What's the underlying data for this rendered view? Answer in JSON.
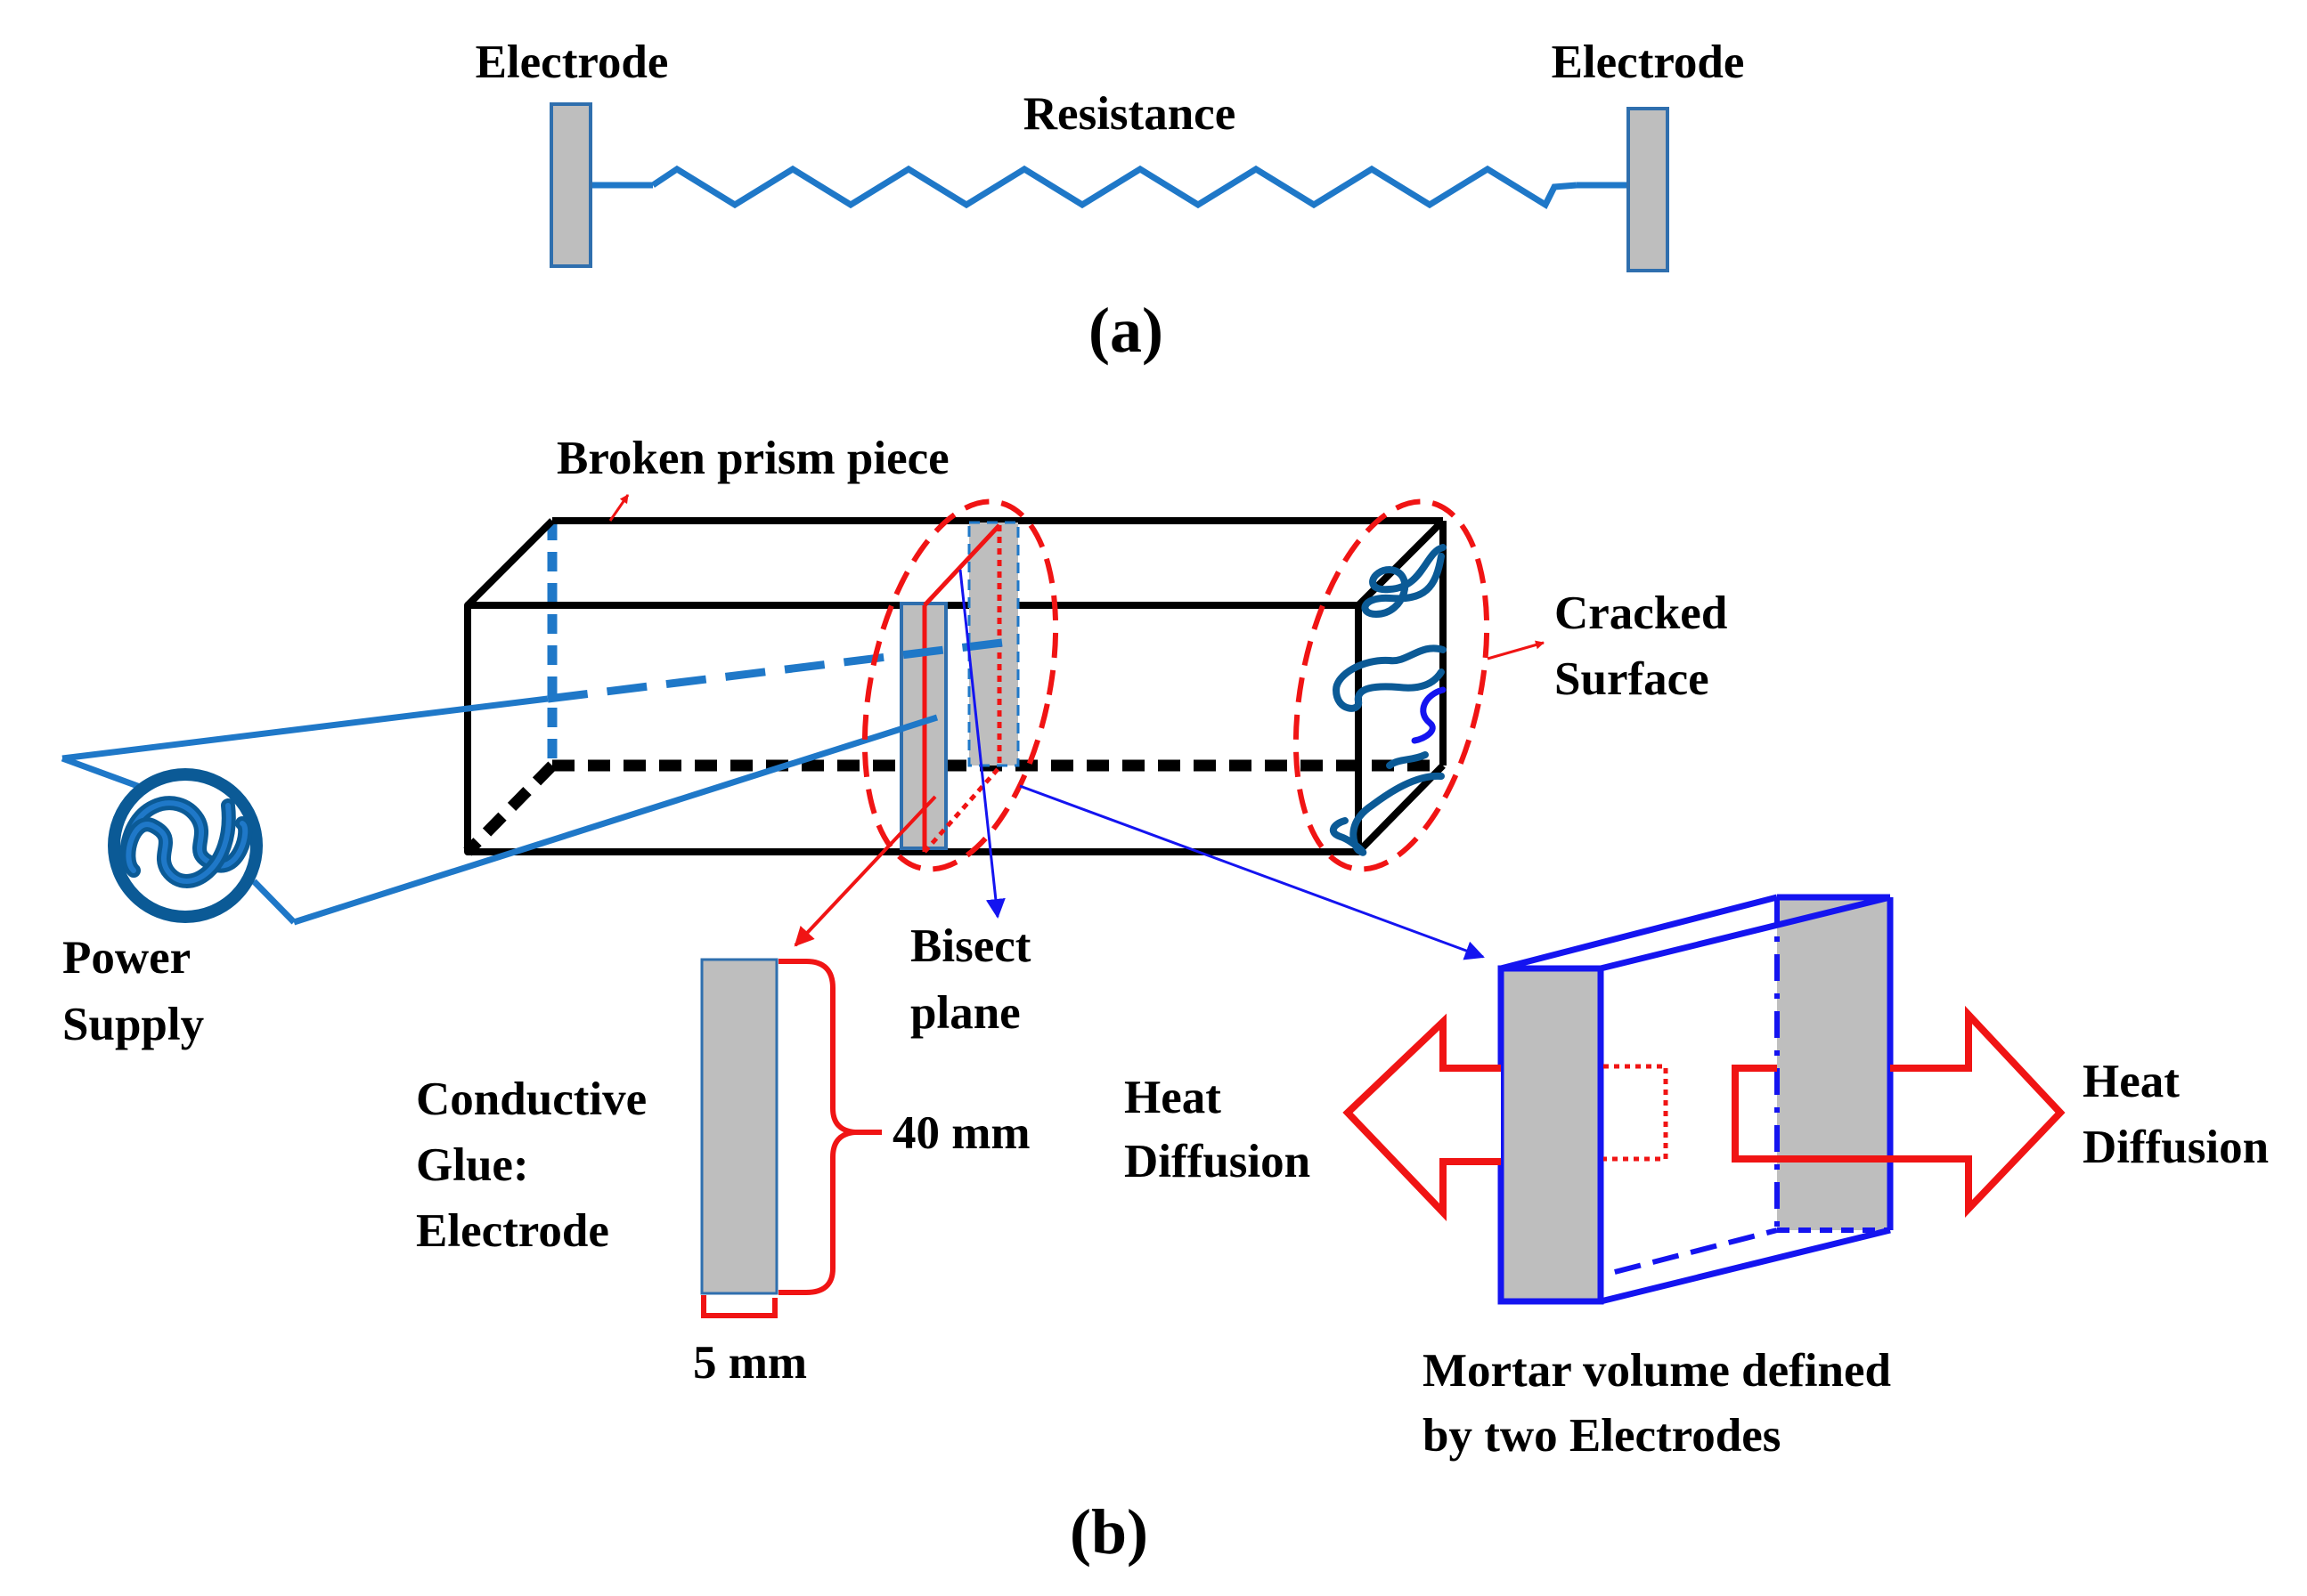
{
  "colors": {
    "background": "#ffffff",
    "outline": "#000000",
    "wire": "#1f78c8",
    "dark_blue": "#0b5a96",
    "pure_blue": "#1414f0",
    "electrode_fill": "#bebebe",
    "electrode_edge": "#2f6fae",
    "annotation_red": "#f01414"
  },
  "panel_a": {
    "left_electrode_label": "Electrode",
    "right_electrode_label": "Electrode",
    "resistance_label": "Resistance",
    "caption": "(a)"
  },
  "panel_b": {
    "broken_prism_label": "Broken prism piece",
    "cracked_surface_line1": "Cracked",
    "cracked_surface_line2": "Surface",
    "power_supply_line1": "Power",
    "power_supply_line2": "Supply",
    "bisect_plane_line1": "Bisect",
    "bisect_plane_line2": "plane",
    "conductive_glue_line1": "Conductive",
    "conductive_glue_line2": "Glue:",
    "conductive_glue_line3": "Electrode",
    "dimension_length": "40 mm",
    "dimension_width": "5 mm",
    "heat_left_line1": "Heat",
    "heat_left_line2": "Diffusion",
    "heat_right_line1": "Heat",
    "heat_right_line2": "Diffusion",
    "mortar_volume_line1": "Mortar volume defined",
    "mortar_volume_line2": "by two Electrodes",
    "caption": "(b)"
  }
}
